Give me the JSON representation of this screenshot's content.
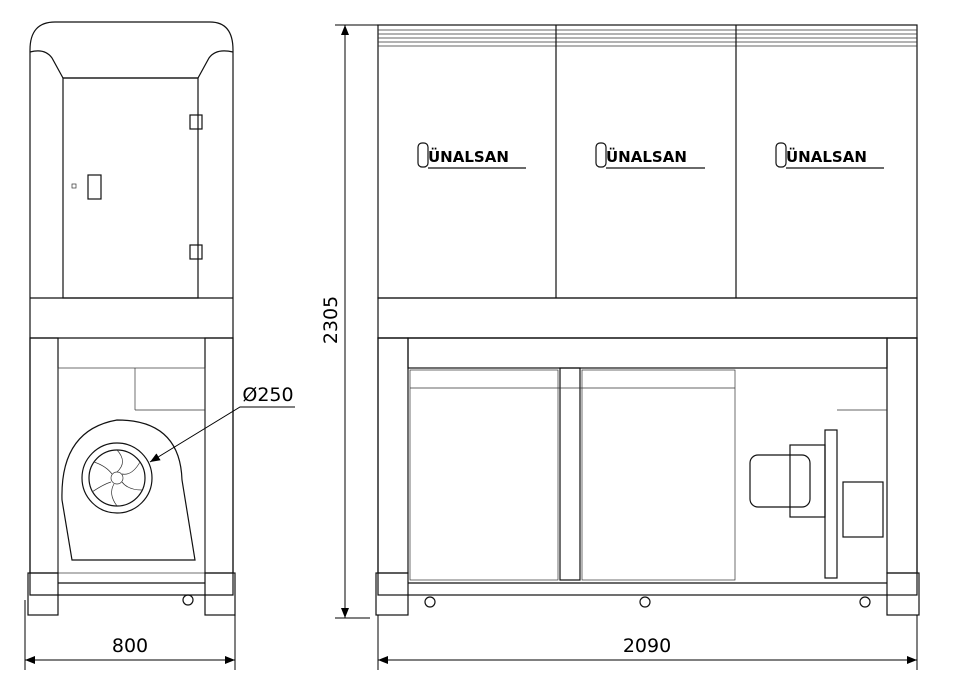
{
  "drawing": {
    "brand_label": "ÜNALSAN",
    "panels": [
      {
        "brand": "ÜNALSAN"
      },
      {
        "brand": "ÜNALSAN"
      },
      {
        "brand": "ÜNALSAN"
      }
    ],
    "dimensions": {
      "width_side": "800",
      "width_front": "2090",
      "height": "2305",
      "outlet_diameter": "Ø250"
    }
  }
}
